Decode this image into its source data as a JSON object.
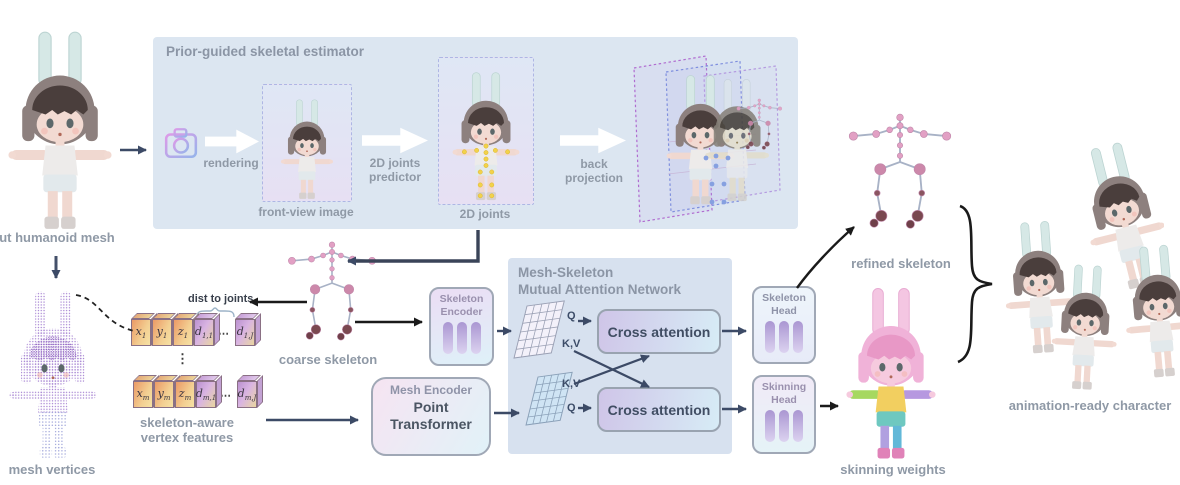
{
  "labels": {
    "input_mesh": "put humanoid mesh",
    "mesh_vertices": "mesh vertices",
    "rendering": "rendering",
    "front_view": "front-view image",
    "joints_predictor_l1": "2D joints",
    "joints_predictor_l2": "predictor",
    "joints_2d": "2D joints",
    "back_projection_l1": "back",
    "back_projection_l2": "projection",
    "coarse_skeleton": "coarse skeleton",
    "dist_to_joints": "dist to joints",
    "features_l1": "skeleton-aware",
    "features_l2": "vertex features",
    "refined_skeleton": "refined skeleton",
    "skinning_weights": "skinning weights",
    "animation_ready": "animation-ready character"
  },
  "panels": {
    "estimator_title": "Prior-guided skeletal estimator",
    "attention_title_l1": "Mesh-Skeleton",
    "attention_title_l2": "Mutual Attention Network"
  },
  "modules": {
    "skeleton_encoder_l1": "Skeleton",
    "skeleton_encoder_l2": "Encoder",
    "mesh_encoder_title": "Mesh Encoder",
    "mesh_encoder_body_l1": "Point",
    "mesh_encoder_body_l2": "Transformer",
    "cross_attention_top": "Cross attention",
    "cross_attention_bottom": "Cross attention",
    "skeleton_head_l1": "Skeleton",
    "skeleton_head_l2": "Head",
    "skinning_head_l1": "Skinning",
    "skinning_head_l2": "Head",
    "q_top": "Q",
    "kv_top": "K,V",
    "kv_bottom": "K,V",
    "q_bottom": "Q"
  },
  "features": {
    "row1": [
      {
        "v": "x",
        "s": "1"
      },
      {
        "v": "y",
        "s": "1"
      },
      {
        "v": "z",
        "s": "1"
      },
      {
        "v": "d",
        "s": "1,1"
      },
      {
        "v": "⋯",
        "s": ""
      },
      {
        "v": "d",
        "s": "1,J"
      }
    ],
    "row2": [
      {
        "v": "x",
        "s": "m"
      },
      {
        "v": "y",
        "s": "m"
      },
      {
        "v": "z",
        "s": "m"
      },
      {
        "v": "d",
        "s": "m,1"
      },
      {
        "v": "⋯",
        "s": ""
      },
      {
        "v": "d",
        "s": "m,J"
      }
    ],
    "dots_vertical": "⋮"
  },
  "icons": {
    "estimator_input": "camera-icon"
  },
  "colors": {
    "estimator_panel_bg": "#dce6f1",
    "attention_panel_bg": "#d7e1ef",
    "arrow_navy": "#3c4a66",
    "arrow_black": "#1a1a1a",
    "label_gray": "#8f99a6",
    "module_text_dark": "#404d63",
    "bar_purple": "#aa96d2",
    "cube_orange": "#eb9a66",
    "cube_purple": "#bb92d0",
    "joint_pink": "#e2a0c4",
    "joint_dark": "#7a4850",
    "joints2d_dot_yellow": "#f2d24a",
    "pointcloud_purple": "#9f7ec9"
  }
}
